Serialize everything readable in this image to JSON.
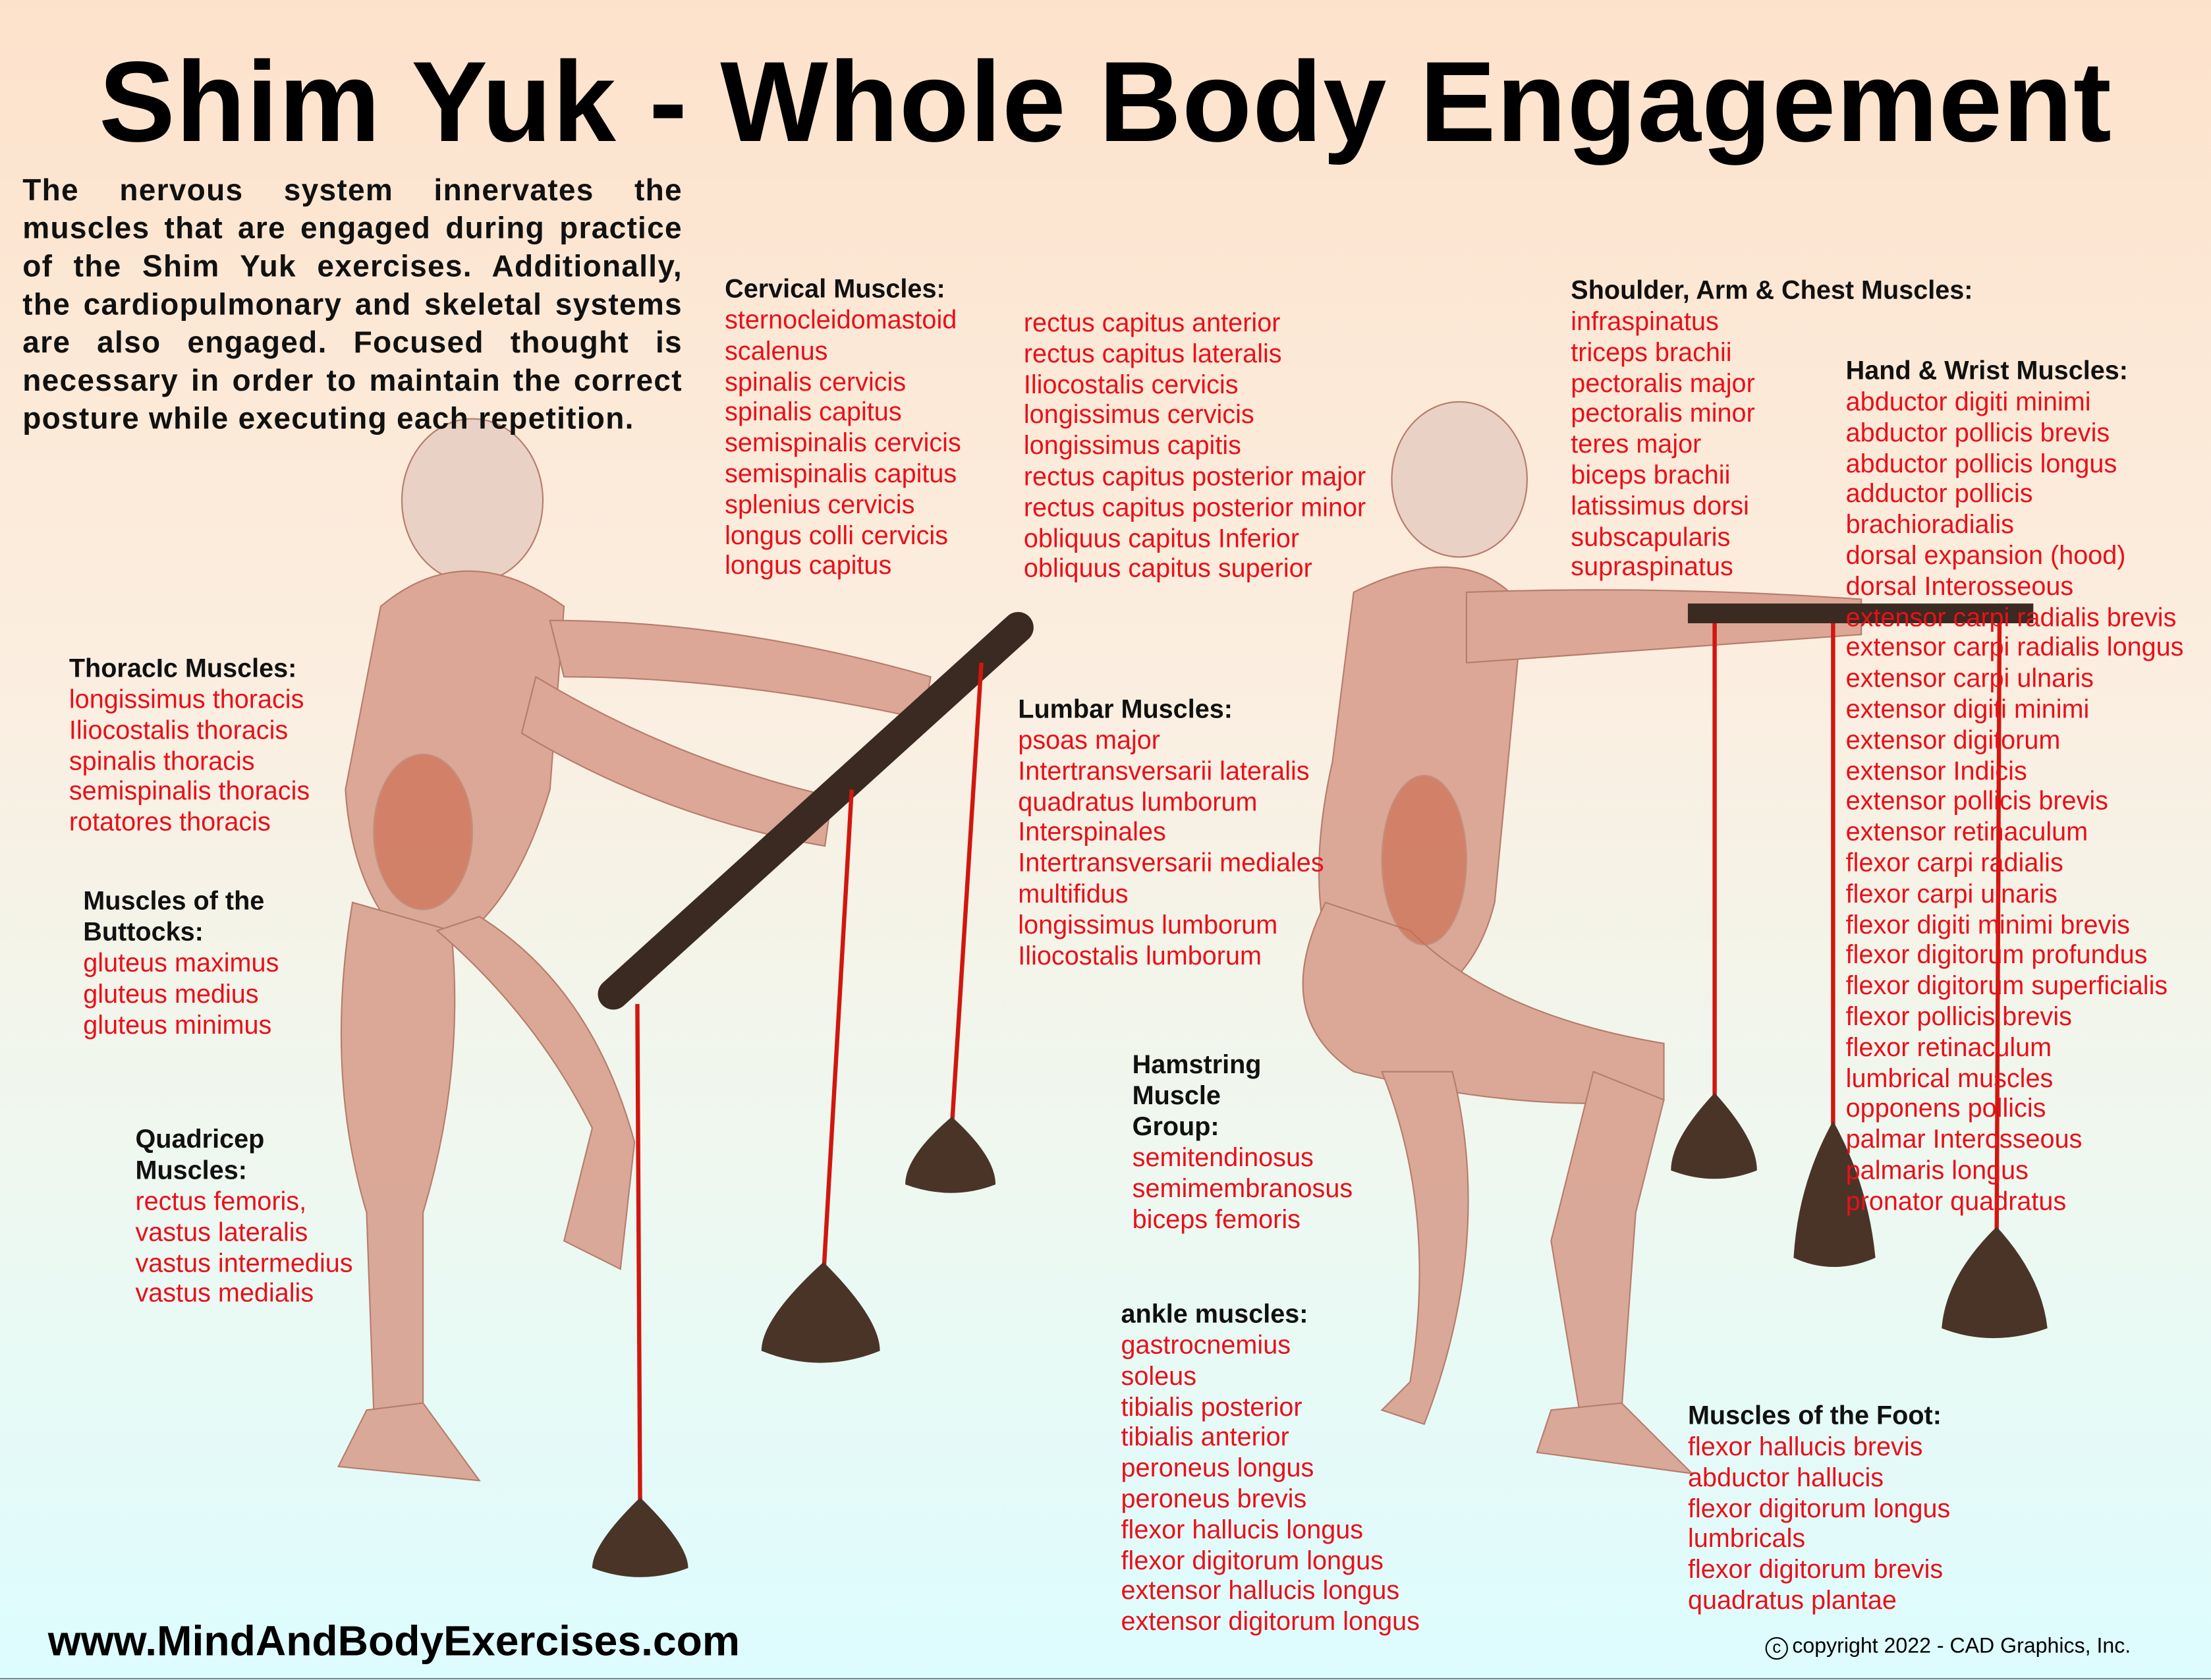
{
  "title": "Shim Yuk - Whole Body Engagement",
  "intro": "The nervous system innervates the muscles that are engaged during practice of the Shim Yuk exercises. Additionally, the cardiopulmonary and skeletal systems are also engaged. Focused thought is necessary in order to maintain the correct posture while executing each repetition.",
  "groups": {
    "cervical": {
      "heading": "Cervical Muscles:",
      "items": [
        "sternocleidomastoid",
        "scalenus",
        "spinalis cervicis",
        "spinalis capitus",
        "semispinalis cervicis",
        "semispinalis capitus",
        "splenius cervicis",
        "longus colli cervicis",
        "longus capitus"
      ]
    },
    "cervical2": {
      "heading": "",
      "items": [
        "rectus capitus anterior",
        "rectus capitus lateralis",
        "Iliocostalis cervicis",
        "longissimus cervicis",
        "longissimus capitis",
        "rectus capitus posterior major",
        "rectus capitus posterior minor",
        "obliquus capitus Inferior",
        "obliquus capitus superior"
      ]
    },
    "shoulder": {
      "heading": "Shoulder, Arm & Chest Muscles:",
      "items": [
        "infraspinatus",
        "triceps brachii",
        "pectoralis major",
        "pectoralis minor",
        "teres major",
        "biceps brachii",
        "latissimus dorsi",
        "subscapularis",
        "supraspinatus"
      ]
    },
    "hand": {
      "heading": "Hand & Wrist Muscles:",
      "items": [
        "abductor digiti minimi",
        "abductor pollicis brevis",
        "abductor pollicis longus",
        "adductor pollicis",
        "brachioradialis",
        "dorsal expansion (hood)",
        "dorsal Interosseous",
        "extensor carpi radialis brevis",
        "extensor carpi radialis longus",
        "extensor carpi ulnaris",
        "extensor digiti minimi",
        "extensor digitorum",
        "extensor Indicis",
        "extensor pollicis brevis",
        "extensor retinaculum",
        "flexor carpi radialis",
        "flexor carpi ulnaris",
        "flexor digiti minimi brevis",
        "flexor digitorum profundus",
        "flexor digitorum superficialis",
        "flexor pollicis brevis",
        "flexor retinaculum",
        "lumbrical muscles",
        "opponens pollicis",
        "palmar Interosseous",
        "palmaris longus",
        "pronator quadratus"
      ]
    },
    "thoracic": {
      "heading": "ThoracIc Muscles:",
      "items": [
        "longissimus thoracis",
        "Iliocostalis thoracis",
        "spinalis thoracis",
        "semispinalis thoracis",
        "rotatores thoracis"
      ]
    },
    "buttocks": {
      "heading": "Muscles of the\nButtocks:",
      "items": [
        "gluteus maximus",
        "gluteus medius",
        "gluteus minimus"
      ]
    },
    "quadricep": {
      "heading": "Quadricep\nMuscles:",
      "items": [
        "rectus femoris,",
        "vastus lateralis",
        "vastus intermedius",
        "vastus medialis"
      ]
    },
    "lumbar": {
      "heading": "Lumbar Muscles:",
      "items": [
        "psoas major",
        "Intertransversarii lateralis",
        "quadratus lumborum",
        "Interspinales",
        "Intertransversarii mediales",
        "multifidus",
        "longissimus lumborum",
        "Iliocostalis lumborum"
      ]
    },
    "hamstring": {
      "heading": "Hamstring\nMuscle\nGroup:",
      "items": [
        "semitendinosus",
        "semimembranosus",
        "biceps femoris"
      ]
    },
    "ankle": {
      "heading": "ankle  muscles:",
      "items": [
        "gastrocnemius",
        "soleus",
        "tibialis posterior",
        "tibialis anterior",
        "peroneus longus",
        "peroneus brevis",
        "flexor hallucis longus",
        "flexor digitorum longus",
        "extensor hallucis longus",
        "extensor digitorum longus"
      ]
    },
    "foot": {
      "heading": "Muscles of the Foot:",
      "items": [
        "flexor hallucis brevis",
        "abductor hallucis",
        "flexor digitorum longus",
        "lumbricals",
        "flexor digitorum brevis",
        "quadratus plantae"
      ]
    }
  },
  "website": "www.MindAndBodyExercises.com",
  "copyright_symbol": "c",
  "copyright": "copyright 2022 - CAD Graphics, Inc.",
  "colors": {
    "muscle_label": "#e8101a",
    "pole": "#3a2a22",
    "rope": "#d0170f",
    "weight": "#4a3428"
  }
}
